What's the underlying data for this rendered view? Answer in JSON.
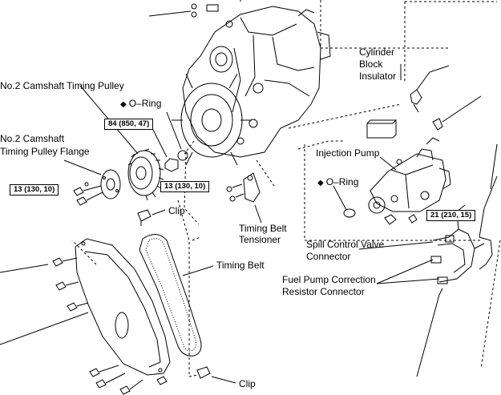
{
  "labels": {
    "cam_pulley": "No.2 Camshaft Timing Pulley",
    "oring_top": "O–Ring",
    "flange_line1": "No.2 Camshaft",
    "flange_line2": "Timing Pulley Flange",
    "clip_top": "Clip",
    "tensioner_line1": "Timing Belt",
    "tensioner_line2": "Tensioner",
    "timing_belt": "Timing Belt",
    "clip_bottom": "Clip",
    "cyl_line1": "Cylinder",
    "cyl_line2": "Block",
    "cyl_line3": "Insulator",
    "injection_pump": "Injection Pump",
    "oring_right": "O–Ring",
    "spill_line1": "Spill Control Valve",
    "spill_line2": "Connector",
    "fuel_line1": "Fuel Pump Correction",
    "fuel_line2": "Resistor Connector"
  },
  "torque": {
    "t84": "84 (850, 47)",
    "t13_left": "13 (130, 10)",
    "t13_mid": "13 (130, 10)",
    "t21": "21 (210, 15)"
  },
  "symbols": {
    "non_reusable": "◆"
  }
}
